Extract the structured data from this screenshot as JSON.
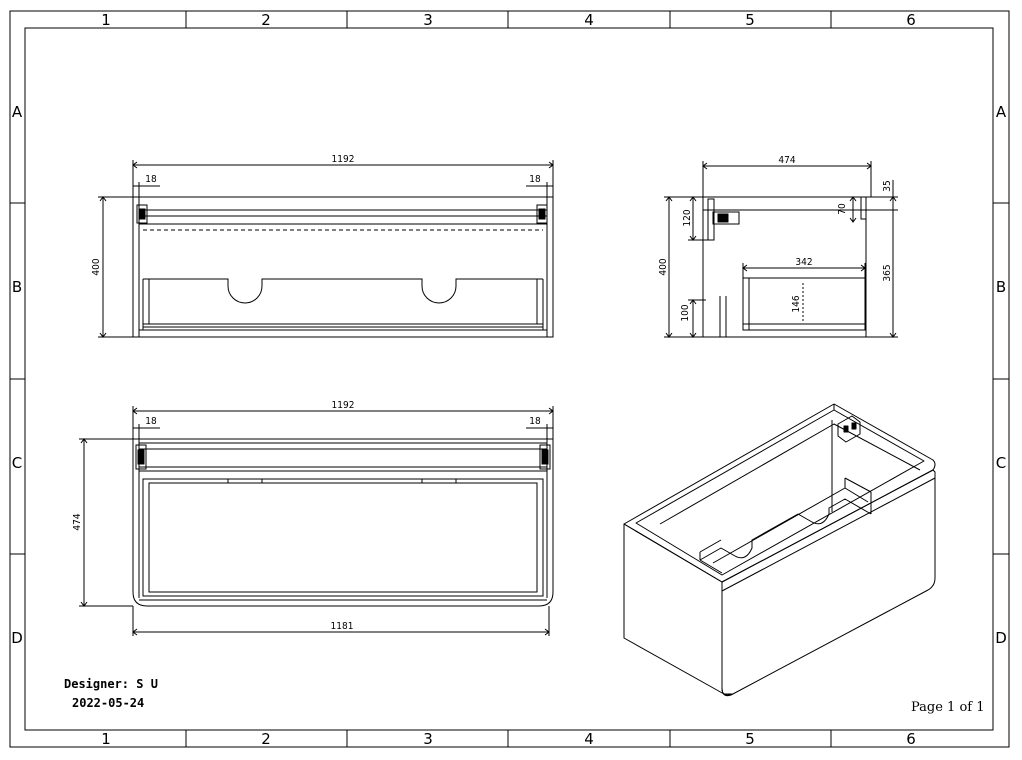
{
  "frame": {
    "column_labels": [
      "1",
      "2",
      "3",
      "4",
      "5",
      "6"
    ],
    "row_labels": [
      "A",
      "B",
      "C",
      "D"
    ]
  },
  "front_view": {
    "overall_width": "1192",
    "side_left": "18",
    "side_right": "18",
    "height": "400"
  },
  "side_view": {
    "depth": "474",
    "top_offset": "35",
    "rail_height": "120",
    "rail_depth": "70",
    "drawer_depth": "342",
    "drawer_height": "146",
    "base_height": "100",
    "overall_height": "400",
    "right_height": "365"
  },
  "top_view": {
    "overall_width": "1192",
    "side_left": "18",
    "side_right": "18",
    "depth": "474",
    "inner_width": "1181"
  },
  "title_block": {
    "designer": "Designer: S U",
    "date": "2022-05-24",
    "page": "Page 1 of 1"
  }
}
